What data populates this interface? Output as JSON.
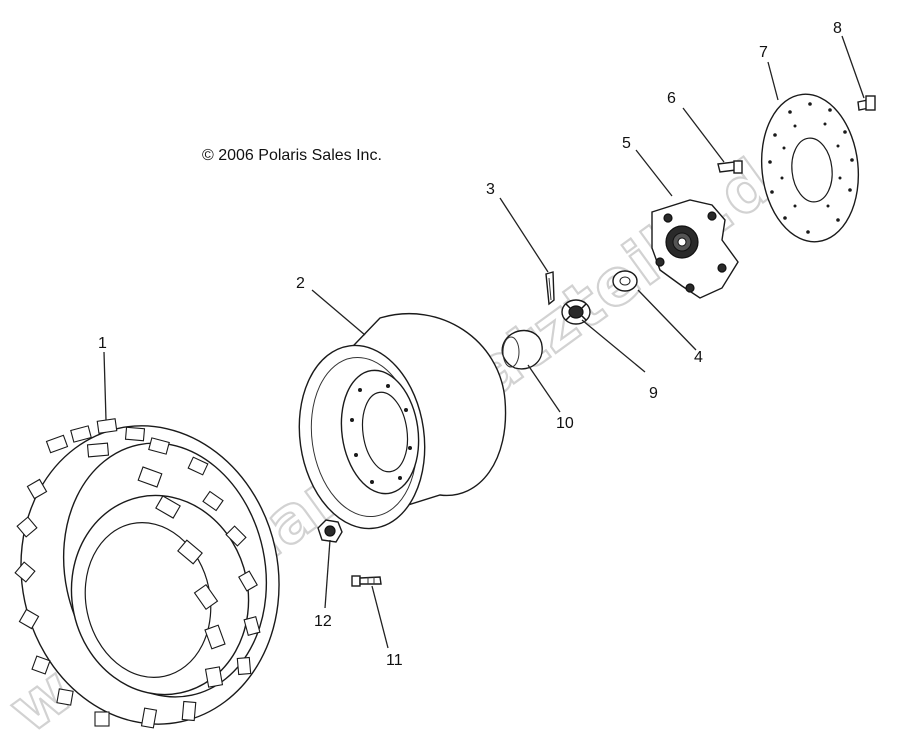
{
  "copyright": "© 2006 Polaris Sales Inc.",
  "watermark": "www.polarisersatzteile.de",
  "callouts": [
    {
      "id": "1",
      "label": "1"
    },
    {
      "id": "2",
      "label": "2"
    },
    {
      "id": "3",
      "label": "3"
    },
    {
      "id": "4",
      "label": "4"
    },
    {
      "id": "5",
      "label": "5"
    },
    {
      "id": "6",
      "label": "6"
    },
    {
      "id": "7",
      "label": "7"
    },
    {
      "id": "8",
      "label": "8"
    },
    {
      "id": "9",
      "label": "9"
    },
    {
      "id": "10",
      "label": "10"
    },
    {
      "id": "11",
      "label": "11"
    },
    {
      "id": "12",
      "label": "12"
    }
  ]
}
